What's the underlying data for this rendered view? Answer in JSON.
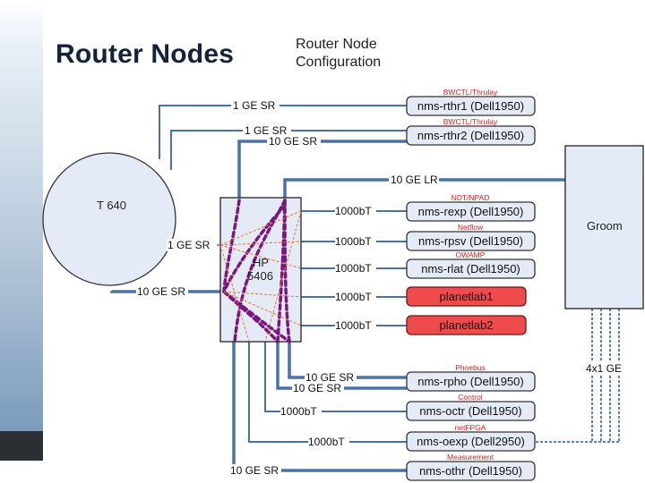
{
  "slide": {
    "title": "Router Nodes",
    "subtitle_line1": "Router Node",
    "subtitle_line2": "Configuration"
  },
  "devices": {
    "router": "T 640",
    "switch_line1": "HP",
    "switch_line2": "5406",
    "groom": "Groom"
  },
  "hosts": [
    {
      "tag": "BWCTL/Thrulay",
      "label": "nms-rthr1 (Dell1950)",
      "highlight": false
    },
    {
      "tag": "BWCTL/Thrulay",
      "label": "nms-rthr2 (Dell1950)",
      "highlight": false
    },
    {
      "tag": "NDT/NPAD",
      "label": "nms-rexp (Dell1950)",
      "highlight": false
    },
    {
      "tag": "Netflow",
      "label": "nms-rpsv (Dell1950)",
      "highlight": false
    },
    {
      "tag": "OWAMP",
      "label": "nms-rlat (Dell1950)",
      "highlight": false
    },
    {
      "tag": "",
      "label": "planetlab1",
      "highlight": true
    },
    {
      "tag": "",
      "label": "planetlab2",
      "highlight": true
    },
    {
      "tag": "Phoebus",
      "label": "nms-rpho (Dell1950)",
      "highlight": false
    },
    {
      "tag": "Control",
      "label": "nms-octr (Dell1950)",
      "highlight": false
    },
    {
      "tag": "netFPGA",
      "label": "nms-oexp (Dell2950)",
      "highlight": false
    },
    {
      "tag": "Measurement",
      "label": "nms-othr (Dell1950)",
      "highlight": false
    }
  ],
  "links": {
    "rthr1": "1 GE SR",
    "rthr2_router": "1 GE SR",
    "rthr2_switch": "10 GE SR",
    "groom_uplink": "10 GE LR",
    "router_switch_1g": "1 GE SR",
    "router_switch_10g": "10 GE SR",
    "switch_ports": [
      "1000bT",
      "1000bT",
      "1000bT",
      "1000bT",
      "1000bT"
    ],
    "rpho_a": "10 GE SR",
    "rpho_b": "10 GE SR",
    "octr": "1000bT",
    "oexp": "1000bT",
    "othr": "10 GE SR",
    "groom_bundle": "4x1 GE"
  },
  "colors": {
    "link_blue": "#4a72a8",
    "node_fill": "#e4ebf6",
    "node_stroke": "#333333",
    "highlight_fill": "#f04b4b",
    "tag_red": "#e02020",
    "internal_purple": "#7b1680",
    "internal_orange": "#f07030"
  }
}
